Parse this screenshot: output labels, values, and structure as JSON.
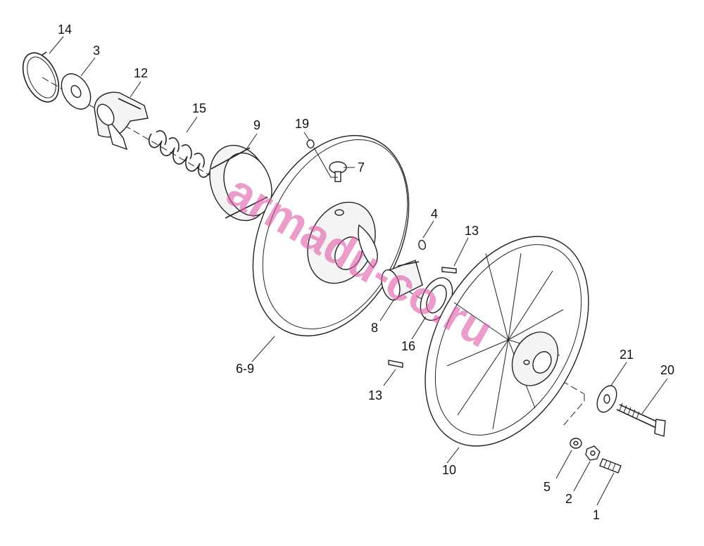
{
  "watermark": "armadu-co.ru",
  "callouts": {
    "p14": "14",
    "p3": "3",
    "p12": "12",
    "p15": "15",
    "p9": "9",
    "p19": "19",
    "p7": "7",
    "p4": "4",
    "p13a": "13",
    "p8": "8",
    "p16": "16",
    "p6_9": "6-9",
    "p13b": "13",
    "p10": "10",
    "p21": "21",
    "p20": "20",
    "p5": "5",
    "p2": "2",
    "p1": "1"
  }
}
